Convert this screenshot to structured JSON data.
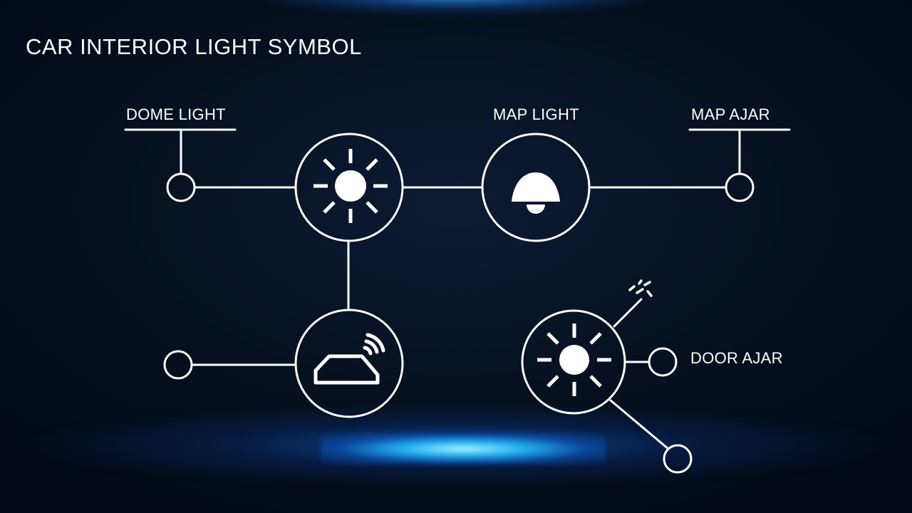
{
  "title": "CAR INTERIOR LIGHT SYMBOL",
  "labels": {
    "dome_light": "DOME LIGHT",
    "map_light": "MAP LIGHT",
    "map_ajar": "MAP AJAR",
    "door_ajar": "DOOR AJAR"
  },
  "icons": {
    "dome": "sun-icon",
    "map": "bell-lamp-icon",
    "door": "car-signal-icon",
    "door_ajar": "sun-icon"
  },
  "colors": {
    "background": "#06101f",
    "line": "#ffffff",
    "glow": "#1e9bff"
  }
}
